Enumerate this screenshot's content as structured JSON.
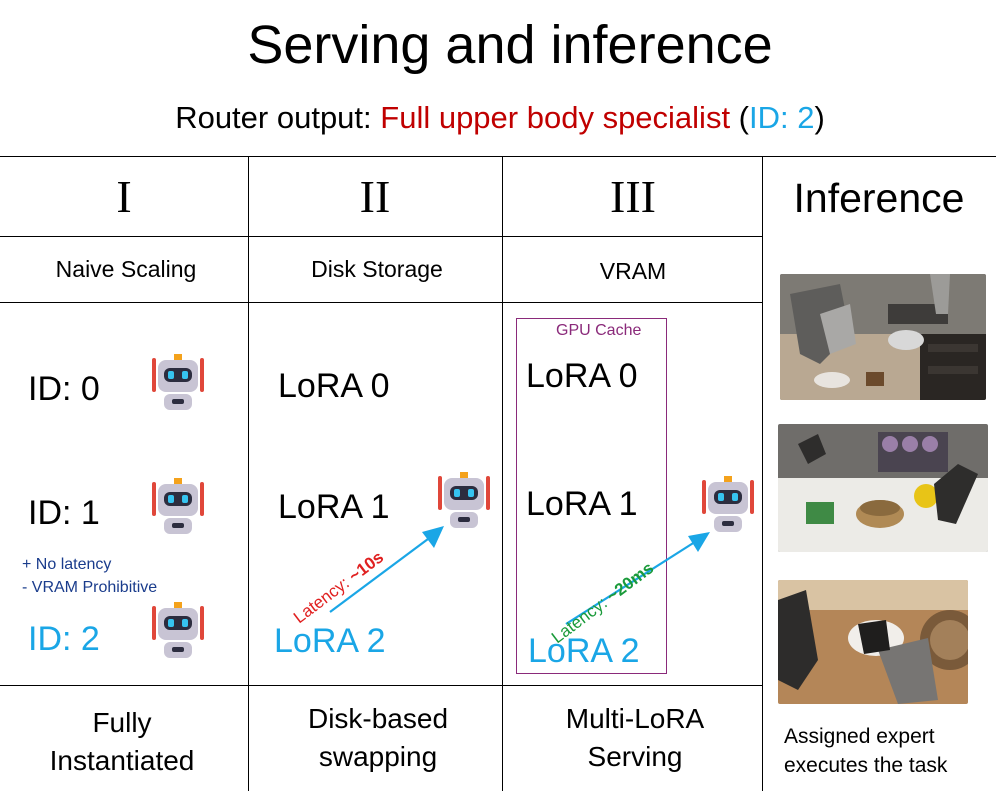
{
  "title": "Serving and inference",
  "router": {
    "prefix": "Router output: ",
    "specialist": "Full upper body specialist",
    "open_paren": " (",
    "id_text": "ID: 2",
    "close_paren": ")"
  },
  "columns": [
    {
      "numeral": "I",
      "name": "Naive Scaling",
      "footer_line1": "Fully",
      "footer_line2": "Instantiated"
    },
    {
      "numeral": "II",
      "name": "Disk Storage",
      "footer_line1": "Disk-based",
      "footer_line2": "swapping"
    },
    {
      "numeral": "III",
      "name": "VRAM",
      "footer_line1": "Multi-LoRA",
      "footer_line2": "Serving"
    },
    {
      "numeral": "Inference",
      "name": "",
      "footer_line1": "Assigned expert",
      "footer_line2": "executes the task"
    }
  ],
  "naive": {
    "items": [
      "ID: 0",
      "ID: 1",
      "ID: 2"
    ],
    "pros": "+ No latency",
    "cons": "- VRAM Prohibitive"
  },
  "disk": {
    "items": [
      "LoRA 0",
      "LoRA 1",
      "LoRA 2"
    ],
    "latency_prefix": "Latency: ",
    "latency_value": "~10s"
  },
  "vram": {
    "cache_label": "GPU Cache",
    "items": [
      "LoRA 0",
      "LoRA 1",
      "LoRA 2"
    ],
    "latency_prefix": "Latency: ",
    "latency_value": "~20ms"
  },
  "colors": {
    "red": "#c00000",
    "blue": "#1aa6e6",
    "green": "#1a9a3a",
    "cache_border": "#8a2a7a",
    "note": "#1a3c8c"
  },
  "icons": [
    "robot-icon",
    "arrow-icon"
  ]
}
